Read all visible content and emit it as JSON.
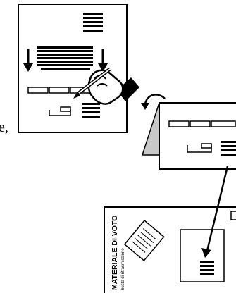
{
  "side_text": "e,",
  "envelope": {
    "title": "MATERIALE DI VOTO",
    "subtitle": "busta di ritrasmissione"
  },
  "icons": {
    "hand": "hand-with-pen-icon",
    "rotate": "rotate-arrow-icon"
  }
}
